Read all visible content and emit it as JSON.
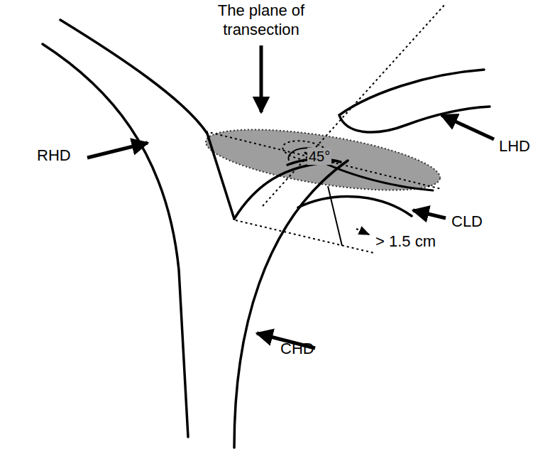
{
  "diagram": {
    "labels": [
      "The plane of transection",
      "RHD",
      "LHD",
      "CLD",
      "CHD",
      "45°",
      "> 1.5 cm"
    ]
  }
}
